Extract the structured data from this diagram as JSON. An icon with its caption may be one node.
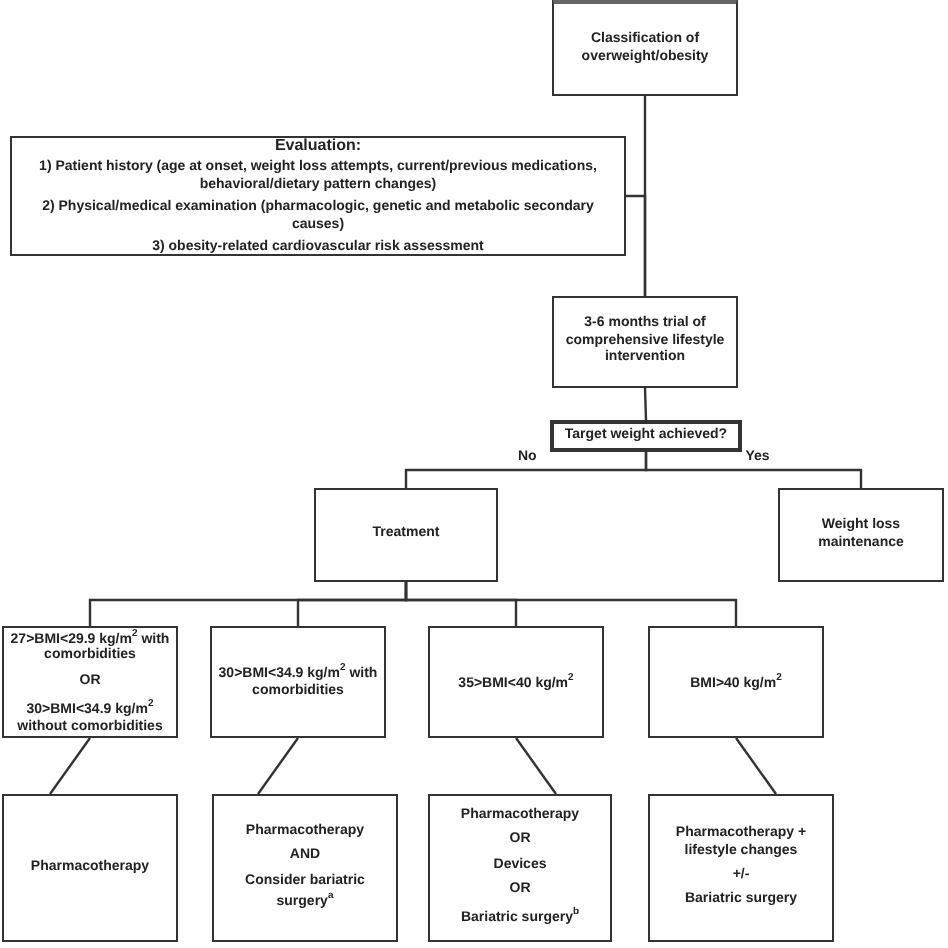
{
  "diagram": {
    "nodes": [
      {
        "text": [
          "Classification of overweight/obesity"
        ]
      },
      {
        "text": [
          "Evaluation:",
          "1) Patient history (age at onset, weight loss attempts, current/previous medications, behavioral/dietary pattern changes)",
          "2) Physical/medical examination (pharmacologic, genetic and metabolic secondary causes)",
          "3) obesity-related cardiovascular risk assessment"
        ]
      },
      {
        "text": [
          "3-6 months trial of comprehensive lifestyle intervention"
        ]
      },
      {
        "text": [
          "Target weight achieved?"
        ]
      },
      {
        "text": [
          "Treatment"
        ]
      },
      {
        "text": [
          "Weight loss maintenance"
        ]
      },
      {
        "text": [
          "27>BMI<29.9 kg/m$^{2}$ with comorbidities",
          "OR",
          "30>BMI<34.9 kg/m$^{2}$ without comorbidities"
        ]
      },
      {
        "text": [
          "30>BMI<34.9 kg/m$^{2}$ with comorbidities"
        ]
      },
      {
        "text": [
          "35>BMI<40 kg/m$^{2}$"
        ]
      },
      {
        "text": [
          "BMI>40 kg/m$^{2}$"
        ]
      },
      {
        "text": [
          "Pharmacotherapy"
        ]
      },
      {
        "text": [
          "Pharmacotherapy",
          "AND",
          "Consider bariatric surgery$^{a}$"
        ]
      },
      {
        "text": [
          "Pharmacotherapy",
          "OR",
          "Devices",
          "OR",
          "Bariatric surgery$^{b}$"
        ]
      },
      {
        "text": [
          "Pharmacotherapy + lifestyle changes",
          "+/-",
          "Bariatric surgery"
        ]
      }
    ],
    "edges": [
      {
        "from": 0,
        "to": 2,
        "arrow": "none"
      },
      {
        "from": 1,
        "to": 2,
        "arrow": "none"
      },
      {
        "from": 2,
        "to": 3,
        "arrow": "none"
      },
      {
        "from": 3,
        "to": 4,
        "arrow": "none",
        "label": "No"
      },
      {
        "from": 3,
        "to": 5,
        "arrow": "none",
        "label": "Yes"
      },
      {
        "from": 4,
        "to": 6,
        "arrow": "none"
      },
      {
        "from": 4,
        "to": 7,
        "arrow": "none"
      },
      {
        "from": 4,
        "to": 8,
        "arrow": "none"
      },
      {
        "from": 4,
        "to": 9,
        "arrow": "none"
      },
      {
        "from": 6,
        "to": 10,
        "arrow": "none"
      },
      {
        "from": 7,
        "to": 11,
        "arrow": "none"
      },
      {
        "from": 8,
        "to": 12,
        "arrow": "none"
      },
      {
        "from": 9,
        "to": 13,
        "arrow": "none"
      }
    ]
  }
}
